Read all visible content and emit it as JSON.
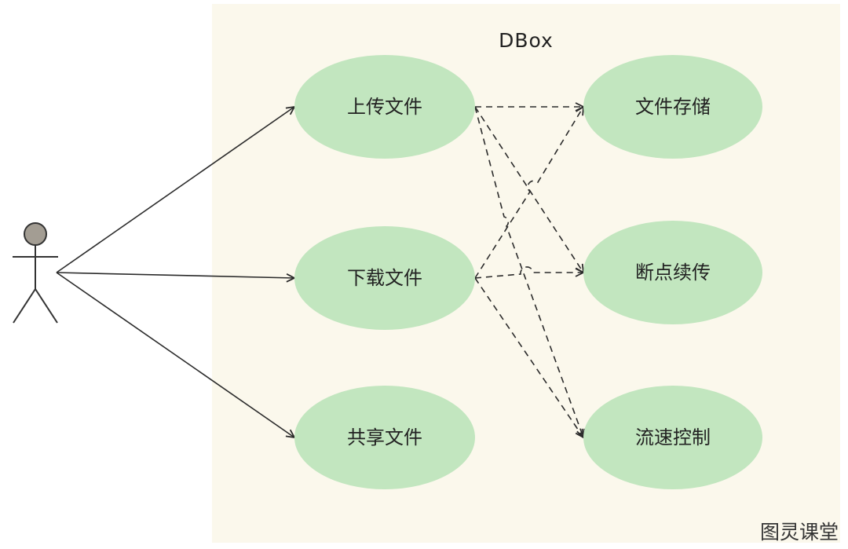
{
  "system": {
    "title": "DBox"
  },
  "use_cases": {
    "upload": "上传文件",
    "download": "下载文件",
    "share": "共享文件",
    "storage": "文件存储",
    "resume": "断点续传",
    "throttle": "流速控制"
  },
  "watermark": "图灵课堂",
  "colors": {
    "boundary_fill": "#fbf8ec",
    "use_case_fill": "#c2e6bf",
    "actor_head": "#a39d93",
    "line": "#2b2b2b"
  }
}
